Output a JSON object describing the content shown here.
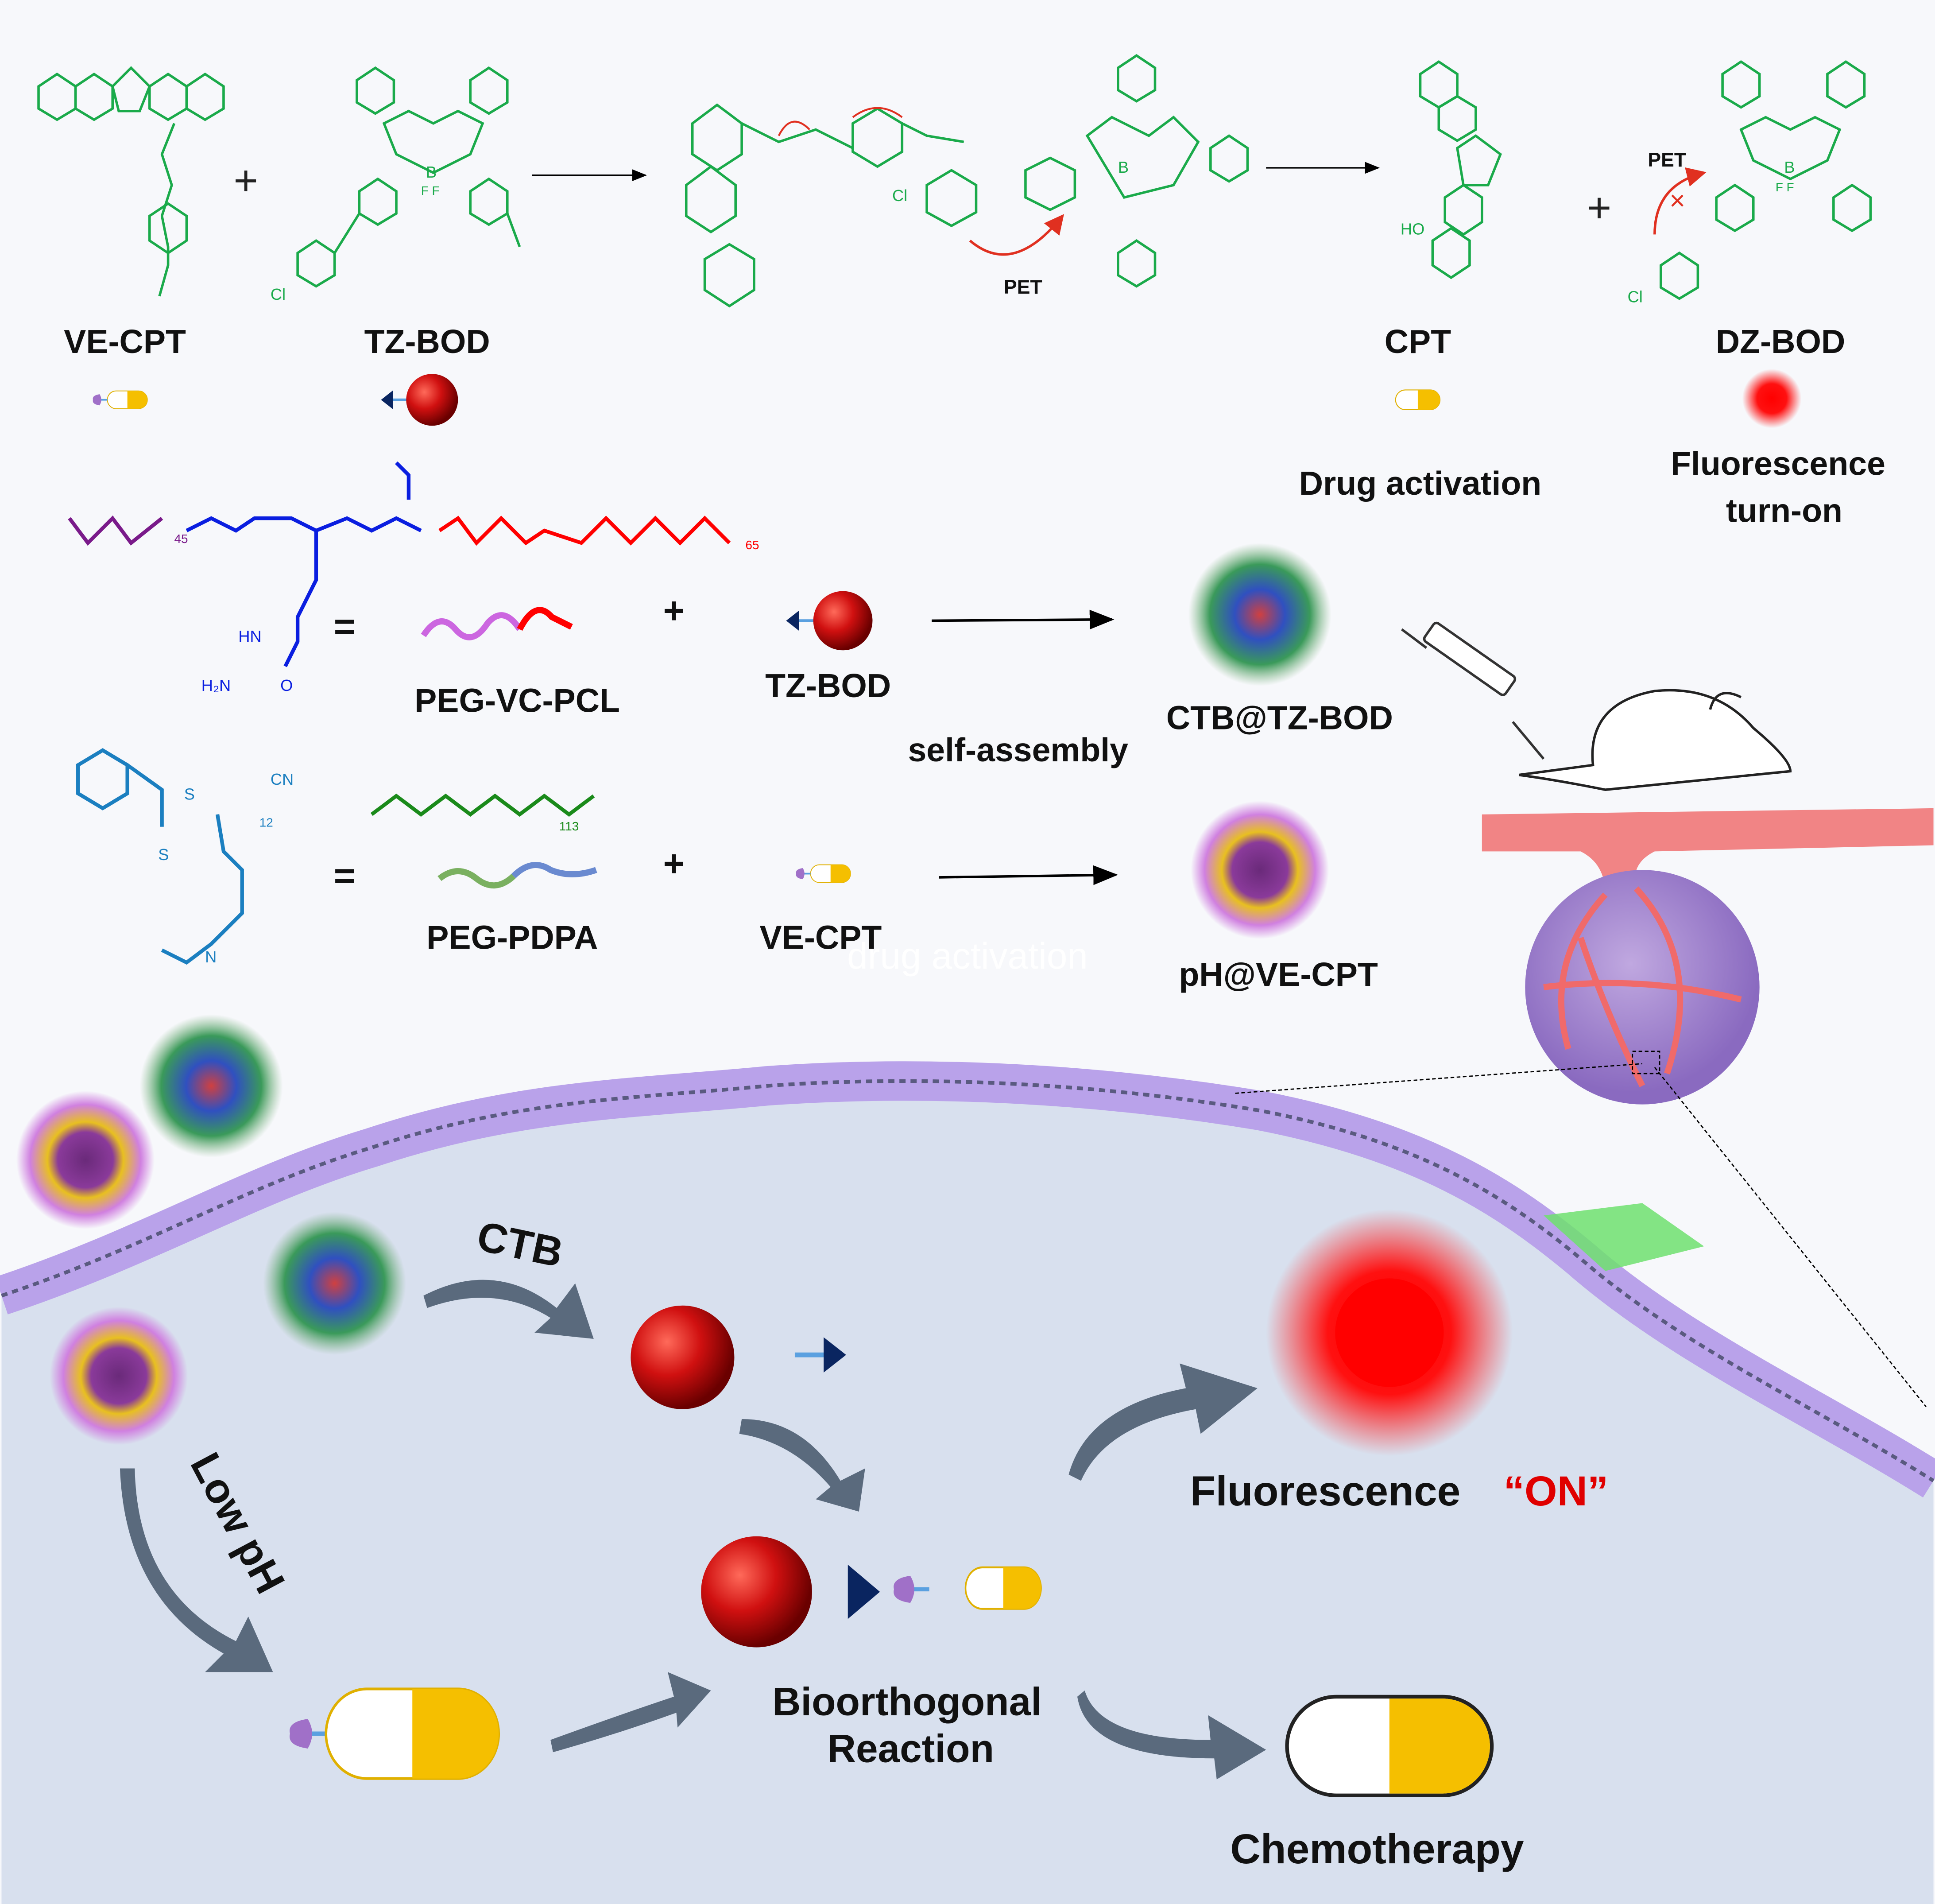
{
  "top_reaction": {
    "reactant1": "VE-CPT",
    "reactant2": "TZ-BOD",
    "product1": "CPT",
    "product2": "DZ-BOD",
    "plus": "+",
    "pet_label_1": "PET",
    "pet_label_2": "PET",
    "drug_activation": "Drug activation",
    "fluorescence_line1": "Fluorescence",
    "fluorescence_line2": "turn-on"
  },
  "chem_atoms": {
    "cl": "Cl",
    "ho": "HO",
    "n": "N",
    "b": "B",
    "f": "F F",
    "o": "O",
    "hn": "HN",
    "h2n": "H₂N",
    "cn": "CN",
    "s": "S",
    "peg_n": "45",
    "pcl_n": "65",
    "pdpa_n": "12",
    "peg2_n": "113"
  },
  "assembly": {
    "polymer1": "PEG-VC-PCL",
    "polymer2": "PEG-PDPA",
    "equals": "=",
    "plus": "+",
    "cargo1": "TZ-BOD",
    "cargo2": "VE-CPT",
    "process": "self-assembly",
    "nano1": "CTB@TZ-BOD",
    "nano2": "pH@VE-CPT",
    "watermark": "drug activation"
  },
  "cell": {
    "ctb": "CTB",
    "low_ph": "Low pH",
    "fluorescence": "Fluorescence",
    "on": "“ON”",
    "bioorthogonal_line1": "Bioorthogonal",
    "bioorthogonal_line2": "Reaction",
    "chemotherapy": "Chemotherapy"
  },
  "colors": {
    "chem_green": "#1aaa4a",
    "peg_purple": "#7a1a8a",
    "vc_blue": "#0a1ee0",
    "pcl_red": "#ff0000",
    "pdpa_blue": "#1b7fc0",
    "peg_green": "#1a8a1a",
    "capsule_yellow": "#f5bf00",
    "fluorescence_red": "#ff1010",
    "on_red": "#e00000",
    "cell_fill": "#d8e0ee",
    "membrane": "#b9a2ea"
  }
}
